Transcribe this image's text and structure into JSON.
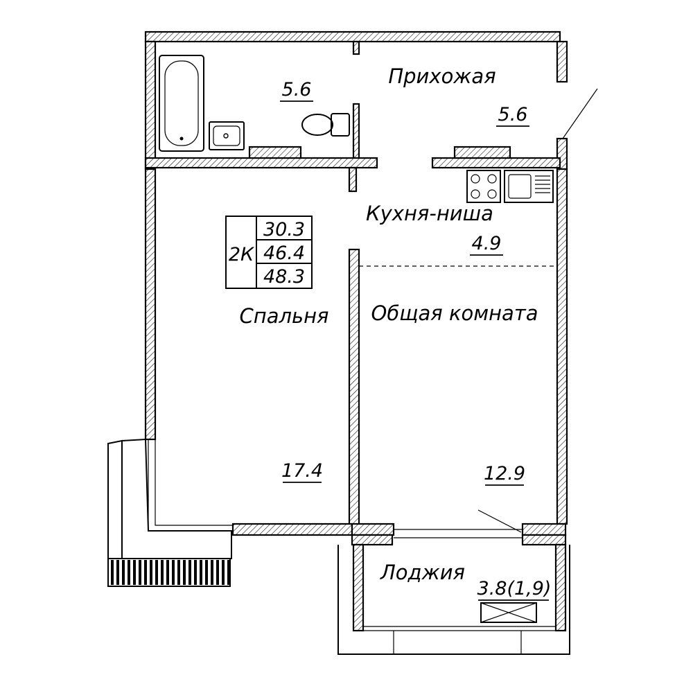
{
  "rooms": {
    "bathroom": {
      "area": "5.6"
    },
    "hallway": {
      "name": "Прихожая",
      "area": "5.6"
    },
    "kitchen": {
      "name": "Кухня-ниша",
      "area": "4.9"
    },
    "bedroom": {
      "name": "Спальня",
      "area": "17.4"
    },
    "living": {
      "name": "Общая комната",
      "area": "12.9"
    },
    "loggia": {
      "name": "Лоджия",
      "area": "3.8(1,9)"
    }
  },
  "apartment": {
    "type": "2К",
    "living_area": "30.3",
    "total_area": "46.4",
    "total_with_loggia": "48.3"
  }
}
